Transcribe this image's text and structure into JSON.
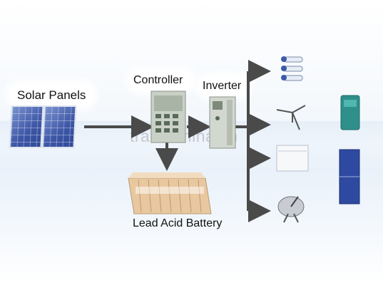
{
  "labels": {
    "solar_panels": "Solar Panels",
    "controller": "Controller",
    "inverter": "Inverter",
    "battery": "Lead Acid Battery"
  },
  "watermark": "trade.china.cn",
  "icons": [
    "solar-panel-icon",
    "controller-cabinet-icon",
    "inverter-cabinet-icon",
    "battery-bank-icon",
    "light-bulbs-icon",
    "wind-turbine-icon",
    "freezer-icon",
    "satellite-dish-icon",
    "water-dispenser-icon",
    "refrigerator-icon"
  ],
  "colors": {
    "arrow": "#4a4a4a",
    "panel": "#3d56a6",
    "cabinet": "#c7d0c7"
  }
}
